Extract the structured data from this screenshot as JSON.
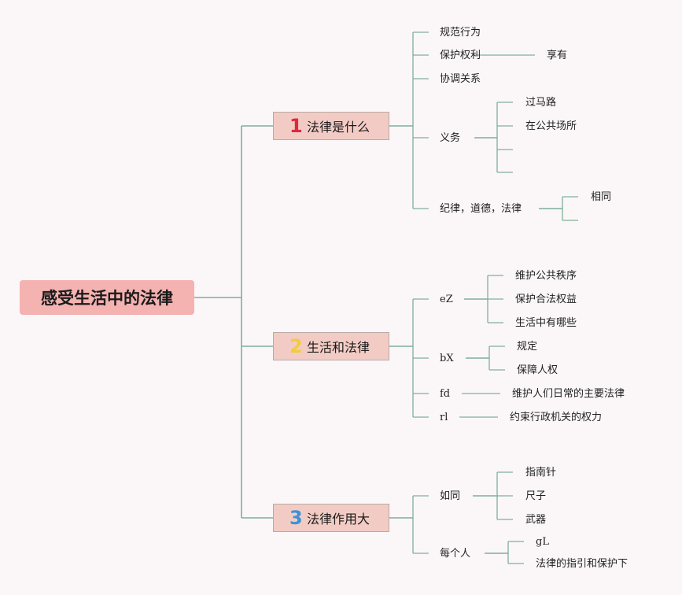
{
  "root": {
    "label": "感受生活中的法律"
  },
  "branches": [
    {
      "number": "1",
      "label": "法律是什么",
      "number_color": "#e0283a",
      "children": [
        {
          "label": "规范行为"
        },
        {
          "label": "保护权利",
          "children": [
            "享有"
          ]
        },
        {
          "label": "协调关系"
        },
        {
          "label": "义务",
          "children": [
            "过马路",
            "在公共场所",
            "",
            ""
          ]
        },
        {
          "label": "纪律，道德，法律",
          "children": [
            "相同",
            ""
          ]
        }
      ]
    },
    {
      "number": "2",
      "label": "生活和法律",
      "number_color": "#f2cc3a",
      "children": [
        {
          "label": "eZ",
          "children": [
            "维护公共秩序",
            "保护合法权益",
            "生活中有哪些"
          ]
        },
        {
          "label": "bX",
          "children": [
            "规定",
            "保障人权"
          ]
        },
        {
          "label": "fd",
          "children": [
            "维护人们日常的主要法律"
          ]
        },
        {
          "label": "rl",
          "children": [
            "约束行政机关的权力"
          ]
        }
      ]
    },
    {
      "number": "3",
      "label": "法律作用大",
      "number_color": "#3a93d8",
      "children": [
        {
          "label": "如同",
          "children": [
            "指南针",
            "尺子",
            "武器"
          ]
        },
        {
          "label": "每个人",
          "children": [
            "gL",
            "法律的指引和保护下"
          ]
        }
      ]
    }
  ],
  "colors": {
    "line": "#7fae9a",
    "root_bg": "#f4b2b0",
    "branch_bg": "#f2ccc4"
  }
}
